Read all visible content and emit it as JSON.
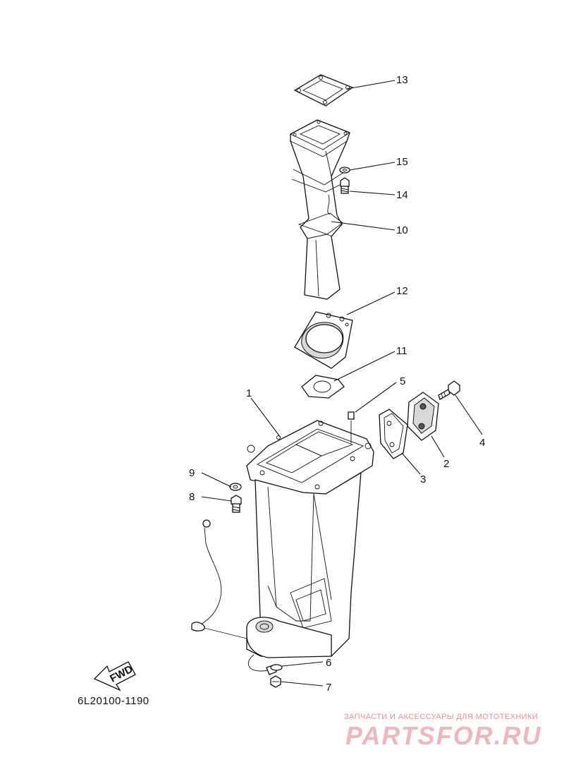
{
  "callouts": [
    {
      "id": "13",
      "label": "13"
    },
    {
      "id": "15",
      "label": "15"
    },
    {
      "id": "14",
      "label": "14"
    },
    {
      "id": "10",
      "label": "10"
    },
    {
      "id": "12",
      "label": "12"
    },
    {
      "id": "11",
      "label": "11"
    },
    {
      "id": "5",
      "label": "5"
    },
    {
      "id": "1",
      "label": "1"
    },
    {
      "id": "4",
      "label": "4"
    },
    {
      "id": "2",
      "label": "2"
    },
    {
      "id": "3",
      "label": "3"
    },
    {
      "id": "9",
      "label": "9"
    },
    {
      "id": "8",
      "label": "8"
    },
    {
      "id": "6",
      "label": "6"
    },
    {
      "id": "7",
      "label": "7"
    }
  ],
  "fwd_label": "FWD",
  "diagram_code": "6L20100-1190",
  "watermark": {
    "tagline": "ЗАПЧАСТИ И АКСЕССУАРЫ ДЛЯ МОТОТЕХНИКИ",
    "logo": "PARTSFOR.RU",
    "color": "#e8a0aa"
  }
}
